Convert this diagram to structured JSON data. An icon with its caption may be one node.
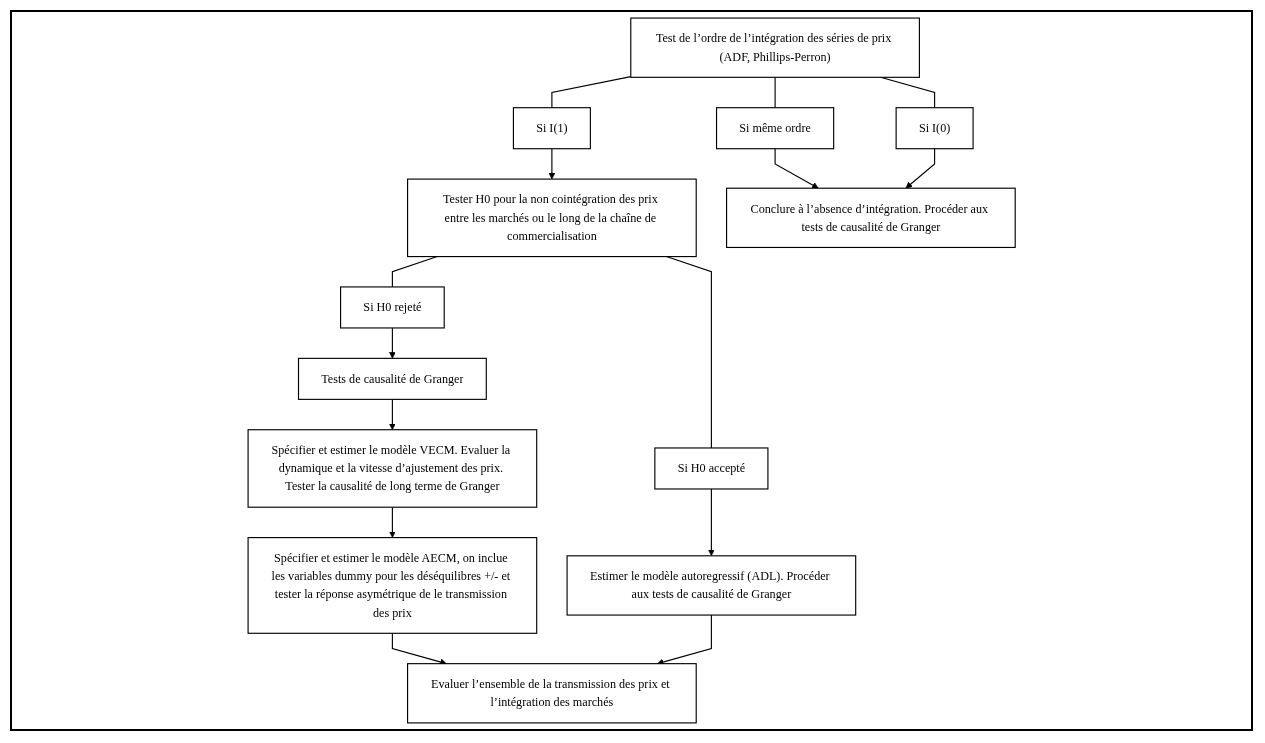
{
  "diagram": {
    "nodes": [
      {
        "text": [
          "Test de l’ordre de l’intégration des séries de prix (ADF, Phillips-Perron)"
        ]
      },
      {
        "text": [
          "Si I(1)"
        ]
      },
      {
        "text": [
          "Si même ordre"
        ]
      },
      {
        "text": [
          "Tester H0 pour la non cointégration des prix entre les marchés ou le long de la chaîne de commercialisation"
        ]
      },
      {
        "text": [
          "Si I(0)"
        ]
      },
      {
        "text": [
          "Conclure à l’absence d’intégration. Procéder aux tests de causalité de Granger"
        ]
      },
      {
        "text": [
          "Si H0 accepté"
        ]
      },
      {
        "text": [
          "Si H0 rejeté"
        ]
      },
      {
        "text": [
          "Tests de causalité de Granger"
        ]
      },
      {
        "text": [
          "Estimer le modèle autoregressif (ADL). Procéder aux tests de causalité de Granger"
        ]
      },
      {
        "text": [
          "Spécifier et estimer le modèle VECM. Evaluer la dynamique et la vitesse d’ajustement des prix. Tester la causalité de long terme de Granger"
        ]
      },
      {
        "text": [
          "Spécifier et estimer le modèle AECM, on inclue les variables dummy pour les déséquilibres +/- et tester la réponse asymétrique de le transmission des prix"
        ]
      },
      {
        "text": [
          "Evaluer l’ensemble de la transmission des prix et l’intégration des marchés"
        ]
      }
    ],
    "edges": [
      {
        "from": 0,
        "to": 1,
        "arrow": "none"
      },
      {
        "from": 1,
        "to": 3,
        "arrow": "to"
      },
      {
        "from": 0,
        "to": 2,
        "arrow": "none"
      },
      {
        "from": 2,
        "to": 5,
        "arrow": "to"
      },
      {
        "from": 0,
        "to": 4,
        "arrow": "none"
      },
      {
        "from": 4,
        "to": 5,
        "arrow": "to"
      },
      {
        "from": 3,
        "to": 6,
        "arrow": "none"
      },
      {
        "from": 6,
        "to": 9,
        "arrow": "to"
      },
      {
        "from": 3,
        "to": 7,
        "arrow": "none"
      },
      {
        "from": 7,
        "to": 8,
        "arrow": "to"
      },
      {
        "from": 8,
        "to": 10,
        "arrow": "to"
      },
      {
        "from": 10,
        "to": 11,
        "arrow": "to"
      },
      {
        "from": 11,
        "to": 12,
        "arrow": "to"
      },
      {
        "from": 9,
        "to": 12,
        "arrow": "to"
      }
    ]
  }
}
